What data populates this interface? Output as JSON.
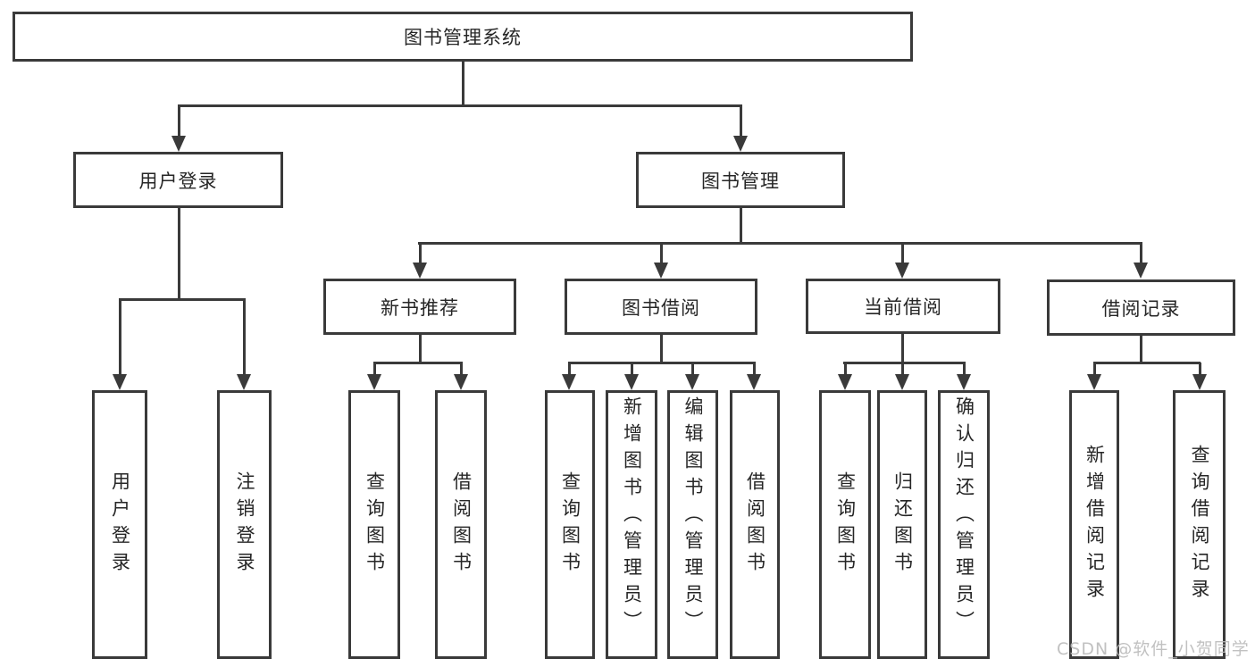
{
  "diagram": {
    "type": "hierarchy-tree",
    "watermark": "CSDN @软件_小贺同学",
    "colors": {
      "line": "#3a3a3a",
      "text": "#262626",
      "watermark": "#bbbbbb",
      "background": "#ffffff"
    },
    "tree": {
      "label": "图书管理系统",
      "children": [
        {
          "label": "用户登录",
          "children": [
            {
              "label": "用户登录"
            },
            {
              "label": "注销登录"
            }
          ]
        },
        {
          "label": "图书管理",
          "children": [
            {
              "label": "新书推荐",
              "children": [
                {
                  "label": "查询图书"
                },
                {
                  "label": "借阅图书"
                }
              ]
            },
            {
              "label": "图书借阅",
              "children": [
                {
                  "label": "查询图书"
                },
                {
                  "label": "新增图书（管理员）"
                },
                {
                  "label": "编辑图书（管理员）"
                },
                {
                  "label": "借阅图书"
                }
              ]
            },
            {
              "label": "当前借阅",
              "children": [
                {
                  "label": "查询图书"
                },
                {
                  "label": "归还图书"
                },
                {
                  "label": "确认归还（管理员）"
                }
              ]
            },
            {
              "label": "借阅记录",
              "children": [
                {
                  "label": "新增借阅记录"
                },
                {
                  "label": "查询借阅记录"
                }
              ]
            }
          ]
        }
      ]
    }
  }
}
